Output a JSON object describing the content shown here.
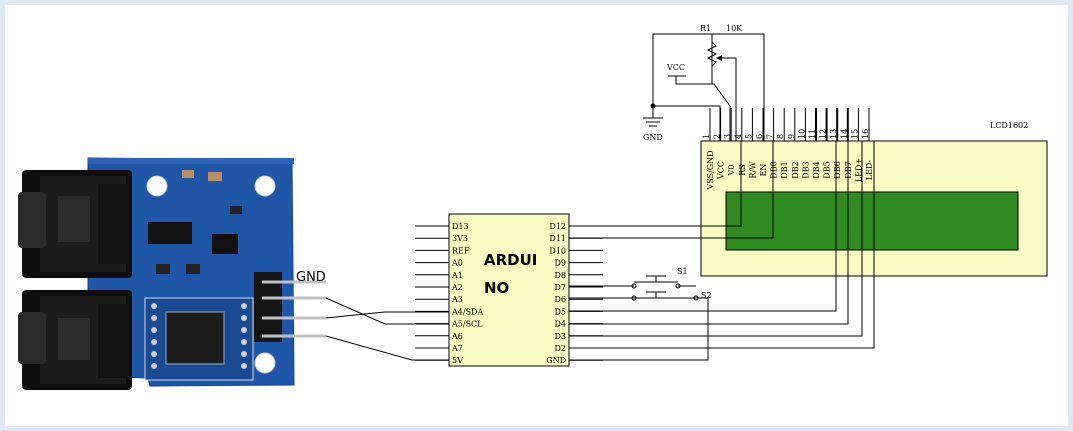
{
  "lcd": {
    "label": "LCD1602",
    "pins": [
      {
        "num": "1",
        "name": "VSS/GND"
      },
      {
        "num": "2",
        "name": "VCC"
      },
      {
        "num": "3",
        "name": "V0"
      },
      {
        "num": "4",
        "name": "RS"
      },
      {
        "num": "5",
        "name": "R/W"
      },
      {
        "num": "6",
        "name": "EN"
      },
      {
        "num": "7",
        "name": "DB0"
      },
      {
        "num": "8",
        "name": "DB1"
      },
      {
        "num": "9",
        "name": "DB2"
      },
      {
        "num": "10",
        "name": "DB3"
      },
      {
        "num": "11",
        "name": "DB4"
      },
      {
        "num": "12",
        "name": "DB5"
      },
      {
        "num": "13",
        "name": "DB6"
      },
      {
        "num": "14",
        "name": "DB7"
      },
      {
        "num": "15",
        "name": "LED+"
      },
      {
        "num": "16",
        "name": "LED-"
      }
    ]
  },
  "arduino": {
    "title_line1": "ARDUI",
    "title_line2": "NO",
    "left_pins": [
      "D13",
      "3V3",
      "REF",
      "A0",
      "A1",
      "A2",
      "A3",
      "A4/SDA",
      "A5/SCL",
      "A6",
      "A7",
      "5V"
    ],
    "right_pins": [
      "D12",
      "D11",
      "D10",
      "D9",
      "D8",
      "D7",
      "D6",
      "D5",
      "D4",
      "D3",
      "D2",
      "GND"
    ]
  },
  "resistor": {
    "ref": "R1",
    "value": "10K"
  },
  "power": {
    "vcc_label": "VCC",
    "gnd_label": "GND"
  },
  "switches": {
    "s1": "S1",
    "s2": "S2"
  },
  "module": {
    "gnd_label": "GND"
  },
  "colors": {
    "lcd_body": "#fbfbc4",
    "lcd_screen": "#2f8a22",
    "arduino_body": "#fbfbc4",
    "pcb": "#1f56a8",
    "background_frame": "#dfe9f5"
  }
}
